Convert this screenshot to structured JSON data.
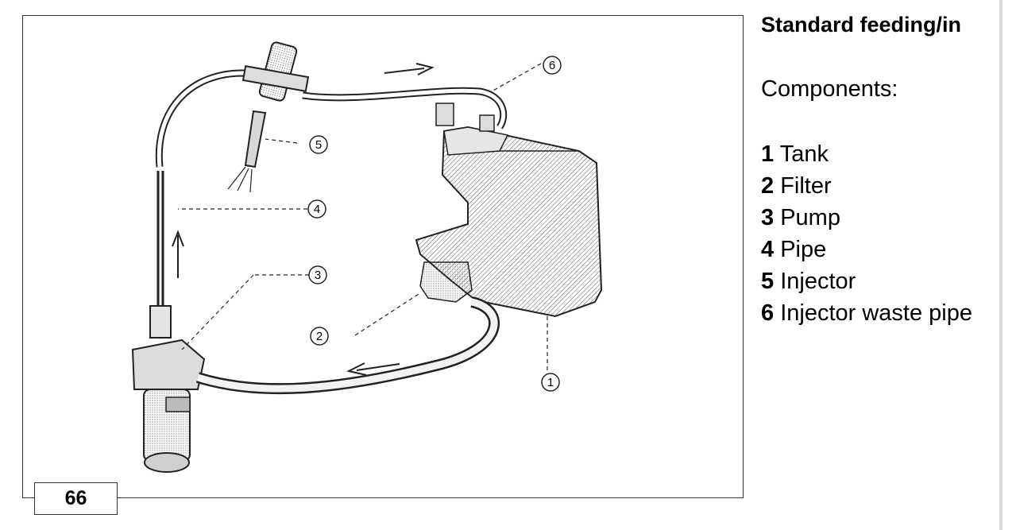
{
  "page_number": "66",
  "panel": {
    "title": "Standard feeding/in",
    "components_heading": "Components:",
    "components": [
      {
        "num": "1",
        "label": "Tank"
      },
      {
        "num": "2",
        "label": "Filter"
      },
      {
        "num": "3",
        "label": "Pump"
      },
      {
        "num": "4",
        "label": "Pipe"
      },
      {
        "num": "5",
        "label": "Injector"
      },
      {
        "num": "6",
        "label": "Injector waste pipe"
      }
    ]
  },
  "diagram": {
    "callouts": [
      "1",
      "2",
      "3",
      "4",
      "5",
      "6"
    ]
  }
}
